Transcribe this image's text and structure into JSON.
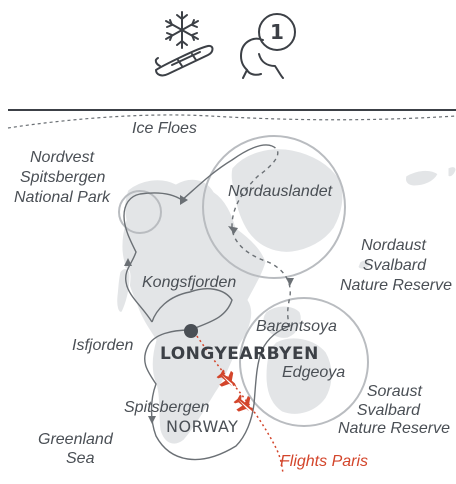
{
  "header": {
    "icons": [
      {
        "name": "snowflake-sled-icon",
        "meaning": "polar expedition"
      },
      {
        "name": "person-number-icon",
        "badge": "1"
      }
    ]
  },
  "labels": {
    "ice_floes": "Ice Floes",
    "nordvest_line1": "Nordvest",
    "nordvest_line2": "Spitsbergen",
    "nordvest_line3": "National Park",
    "nordauslandet": "Nordauslandet",
    "nordaust_line1": "Nordaust",
    "nordaust_line2": "Svalbard",
    "nordaust_line3": "Nature Reserve",
    "kongsfjorden": "Kongsfjorden",
    "isfjorden": "Isfjorden",
    "longyearbyen": "LONGYEARBYEN",
    "barentsoya": "Barentsoya",
    "edgeoya": "Edgeoya",
    "soraust_line1": "Soraust",
    "soraust_line2": "Svalbard",
    "soraust_line3": "Nature Reserve",
    "spitsbergen": "Spitsbergen",
    "norway": "NORWAY",
    "greenland_line1": "Greenland",
    "greenland_line2": "Sea",
    "flights": "Flights Paris"
  },
  "colors": {
    "land": "#e3e5e7",
    "ink": "#3c4046",
    "route": "#6b7075",
    "flight": "#d3452b",
    "circle": "#b9bcc0"
  }
}
